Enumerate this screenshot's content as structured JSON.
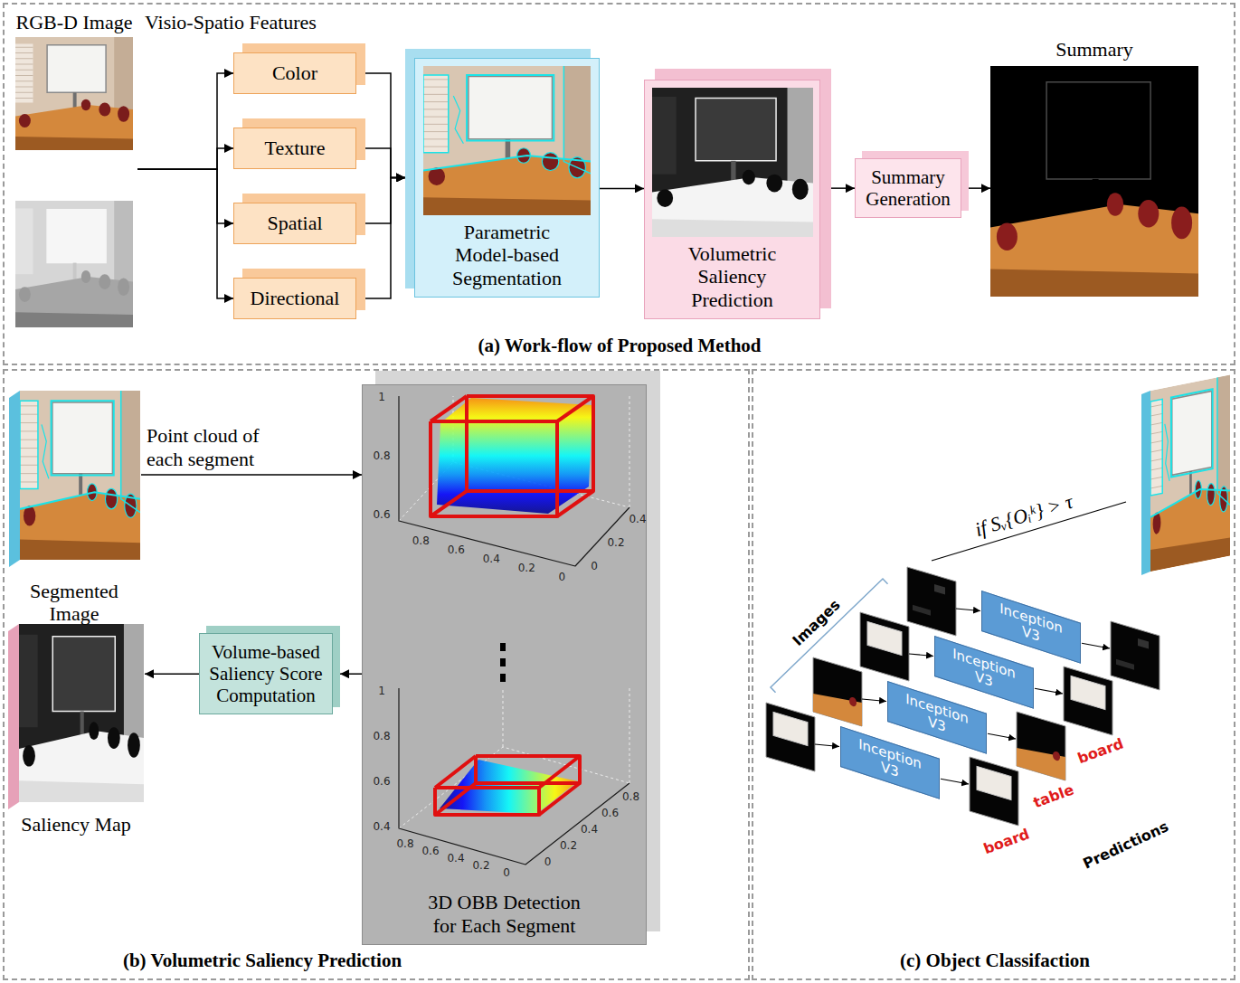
{
  "diagram": {
    "nodes": [
      {
        "text": [
          "(a) Work-flow of Proposed Method"
        ]
      },
      {
        "text": [
          "RGB-D Image"
        ],
        "in": 0
      },
      {
        "text": [
          "Color"
        ],
        "in": 0
      },
      {
        "text": [
          "Texture"
        ],
        "in": 0
      },
      {
        "text": [
          "Spatial"
        ],
        "in": 0
      },
      {
        "text": [
          "Directional"
        ],
        "in": 0
      },
      {
        "text": [
          "Parametric Model-based Segmentation"
        ],
        "in": 0
      },
      {
        "text": [
          "Volumetric Saliency Prediction"
        ],
        "in": 0
      },
      {
        "text": [
          "Summary Generation"
        ],
        "in": 0
      },
      {
        "text": [
          "Summary"
        ],
        "in": 0
      },
      {
        "text": [
          "(b) Volumetric Saliency Prediction"
        ]
      },
      {
        "text": [
          "Segmented Image"
        ],
        "in": 10
      },
      {
        "text": [
          "3D OBB Detection for Each Segment"
        ],
        "in": 10
      },
      {
        "text": [
          "Volume-based Saliency Score Computation"
        ],
        "in": 10
      },
      {
        "text": [
          "Saliency Map"
        ],
        "in": 10
      },
      {
        "text": [
          "(c) Object Classifaction"
        ]
      },
      {
        "text": [
          "Inception V3"
        ],
        "in": 15
      },
      {
        "text": [
          "Inception V3"
        ],
        "in": 15
      },
      {
        "text": [
          "Inception V3"
        ],
        "in": 15
      },
      {
        "text": [
          "Inception V3"
        ],
        "in": 15
      }
    ],
    "edges": [
      {
        "from": 1,
        "to": 2,
        "arrow": "to"
      },
      {
        "from": 1,
        "to": 3,
        "arrow": "to"
      },
      {
        "from": 1,
        "to": 4,
        "arrow": "to"
      },
      {
        "from": 1,
        "to": 5,
        "arrow": "to"
      },
      {
        "from": 2,
        "to": 6,
        "arrow": "to"
      },
      {
        "from": 3,
        "to": 6,
        "arrow": "to"
      },
      {
        "from": 4,
        "to": 6,
        "arrow": "to"
      },
      {
        "from": 5,
        "to": 6,
        "arrow": "to"
      },
      {
        "from": 6,
        "to": 7,
        "arrow": "to"
      },
      {
        "from": 7,
        "to": 8,
        "arrow": "to"
      },
      {
        "from": 8,
        "to": 9,
        "arrow": "to"
      },
      {
        "from": 11,
        "to": 12,
        "label": "Point cloud of each segment",
        "arrow": "to"
      },
      {
        "from": 12,
        "to": 13,
        "arrow": "to"
      },
      {
        "from": 13,
        "to": 14,
        "arrow": "to"
      }
    ],
    "labels": [
      "Visio-Spatio Features",
      "1",
      "0.8",
      "0.6",
      "0.8",
      "0.6",
      "0.4",
      "0.2",
      "0",
      "0",
      "0.2",
      "0.4",
      "1",
      "0.8",
      "0.6",
      "0.4",
      "0.8",
      "0.6",
      "0.4",
      "0.2",
      "0",
      "0",
      "0.2",
      "0.4",
      "0.6",
      "0.8",
      "if Sᵥ{Oᵢᵏ} > τ",
      "Images",
      "board",
      "table",
      "board",
      "Predictions"
    ]
  }
}
